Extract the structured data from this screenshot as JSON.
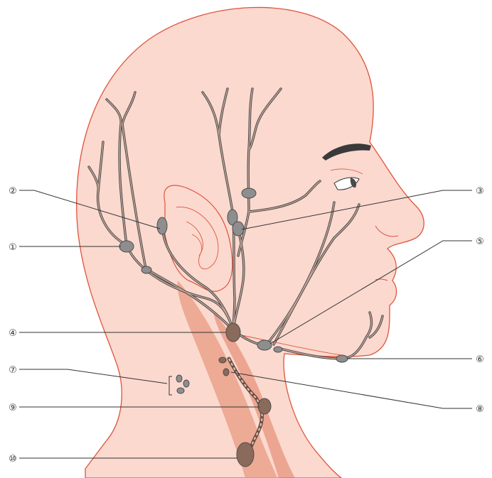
{
  "labels": {
    "n1": "①",
    "n2": "②",
    "n3": "③",
    "n4": "④",
    "n5": "⑤",
    "n6": "⑥",
    "n7": "⑦",
    "n8": "⑧",
    "n9": "⑨",
    "n10": "⑩"
  },
  "colors": {
    "skin": "#fbd9cf",
    "outline": "#e0533c",
    "muscle": "#e89a80",
    "node": "#8e8e8e",
    "vessel": "#4a4a4a"
  }
}
